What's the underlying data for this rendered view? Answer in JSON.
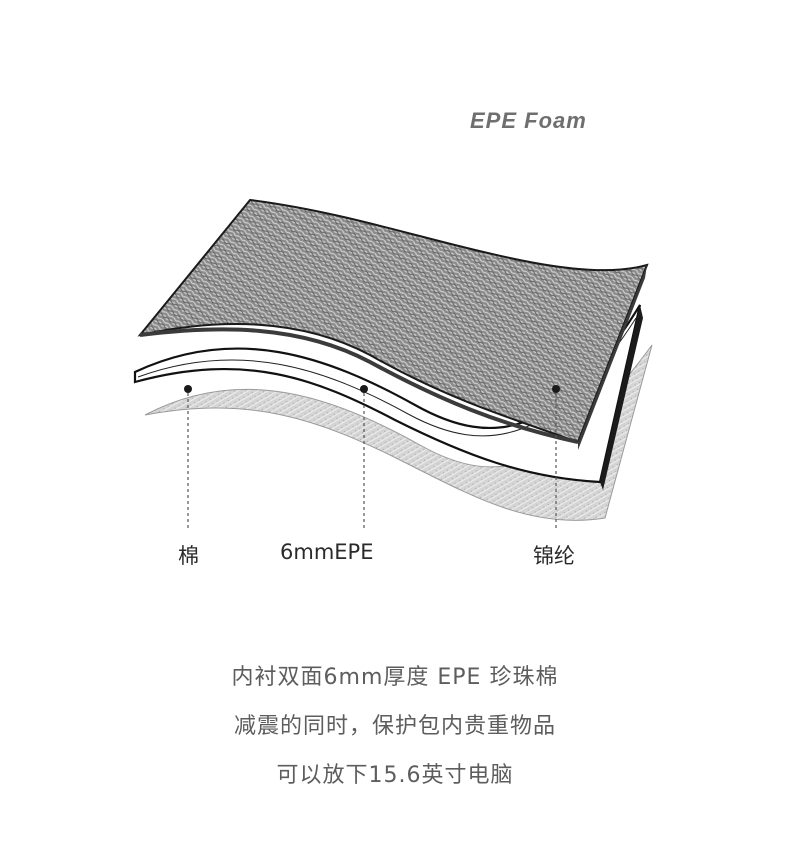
{
  "heading": "EPE Foam",
  "layers": [
    {
      "id": "cotton",
      "label": "棉"
    },
    {
      "id": "epe",
      "label": "6mmEPE"
    },
    {
      "id": "nylon",
      "label": "锦纶"
    }
  ],
  "captions": [
    "内衬双面6mm厚度 EPE 珍珠棉",
    "减震的同时，保护包内贵重物品",
    "可以放下15.6英寸电脑"
  ]
}
